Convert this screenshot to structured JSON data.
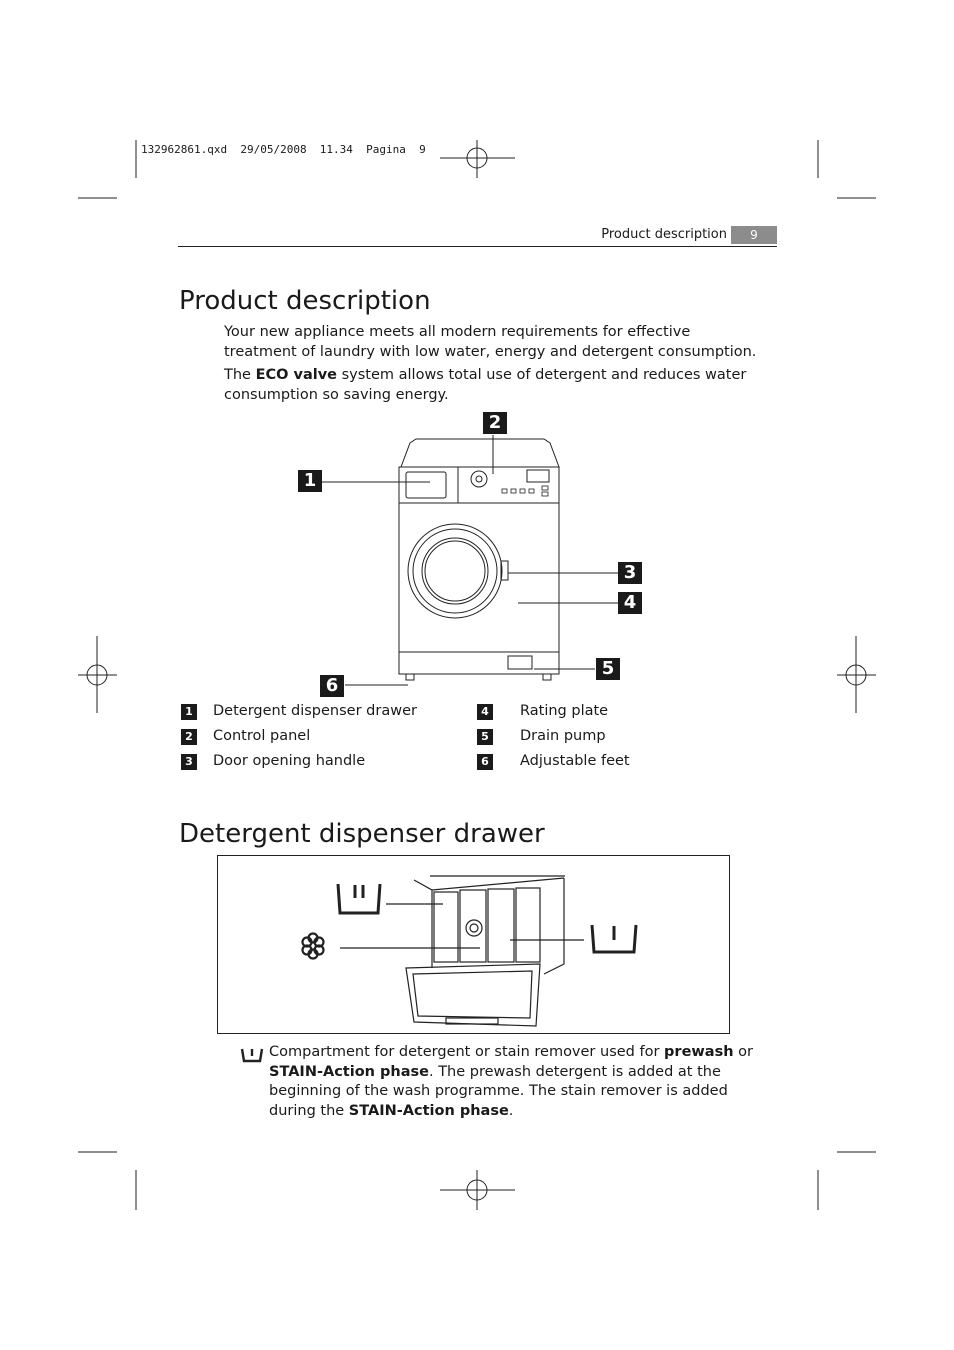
{
  "slug": "132962861.qxd  29/05/2008  11.34  Pagina  9",
  "header": {
    "section": "Product description",
    "page": "9"
  },
  "product": {
    "title": "Product description",
    "intro": "Your new appliance meets all modern requirements for effective treatment of laundry with low water, energy and detergent consumption.",
    "eco_pre": "The ",
    "eco_bold": "ECO valve",
    "eco_post": " system allows total use of detergent and reduces water consumption so saving energy.",
    "callouts": [
      "1",
      "2",
      "3",
      "4",
      "5",
      "6"
    ],
    "legend": [
      {
        "num": "1",
        "label": "Detergent dispenser drawer"
      },
      {
        "num": "2",
        "label": "Control panel"
      },
      {
        "num": "3",
        "label": "Door opening handle"
      },
      {
        "num": "4",
        "label": "Rating plate"
      },
      {
        "num": "5",
        "label": "Drain pump"
      },
      {
        "num": "6",
        "label": "Adjustable feet"
      }
    ]
  },
  "dispenser": {
    "title": "Detergent dispenser drawer",
    "symbols": [
      "prewash-compartment-icon",
      "softener-flower-icon",
      "main-wash-compartment-icon"
    ],
    "note": {
      "t1": "Compartment for detergent or stain remover used for ",
      "b1": "prewash",
      "t2": " or ",
      "b2": "STAIN-Action phase",
      "t3": ". The prewash detergent is added at the beginning of the wash programme. The stain remover is added during the ",
      "b3": "STAIN-Action phase",
      "t4": "."
    }
  }
}
